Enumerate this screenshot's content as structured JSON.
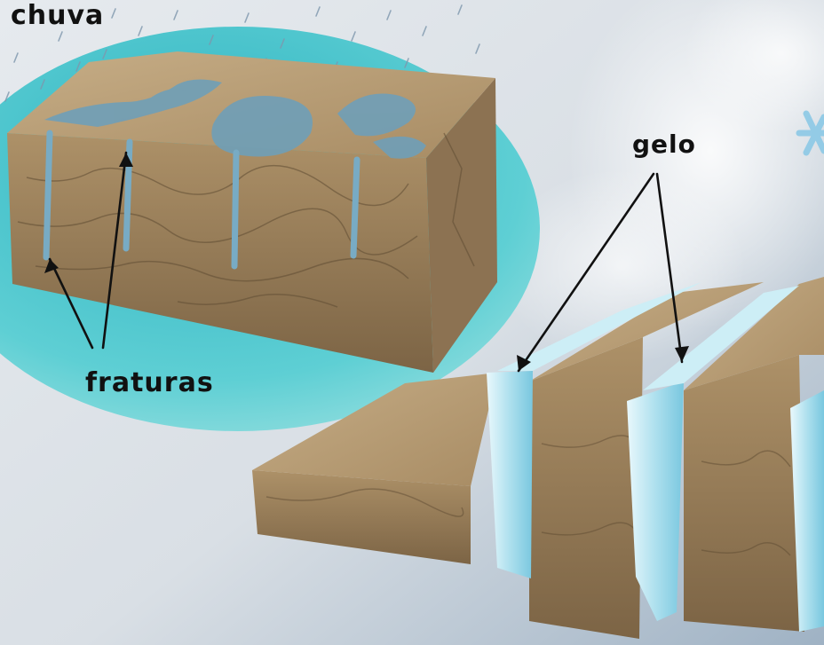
{
  "labels": {
    "rain": "chuva",
    "ice": "gelo",
    "fractures": "fraturas"
  },
  "colors": {
    "background": "#dde3e8",
    "teal_glow": "#3cc0cb",
    "rock": "#a58a63",
    "rock_dark": "#6f5a3e",
    "water": "#6f9fb8",
    "ice": "#b9e6f2"
  }
}
